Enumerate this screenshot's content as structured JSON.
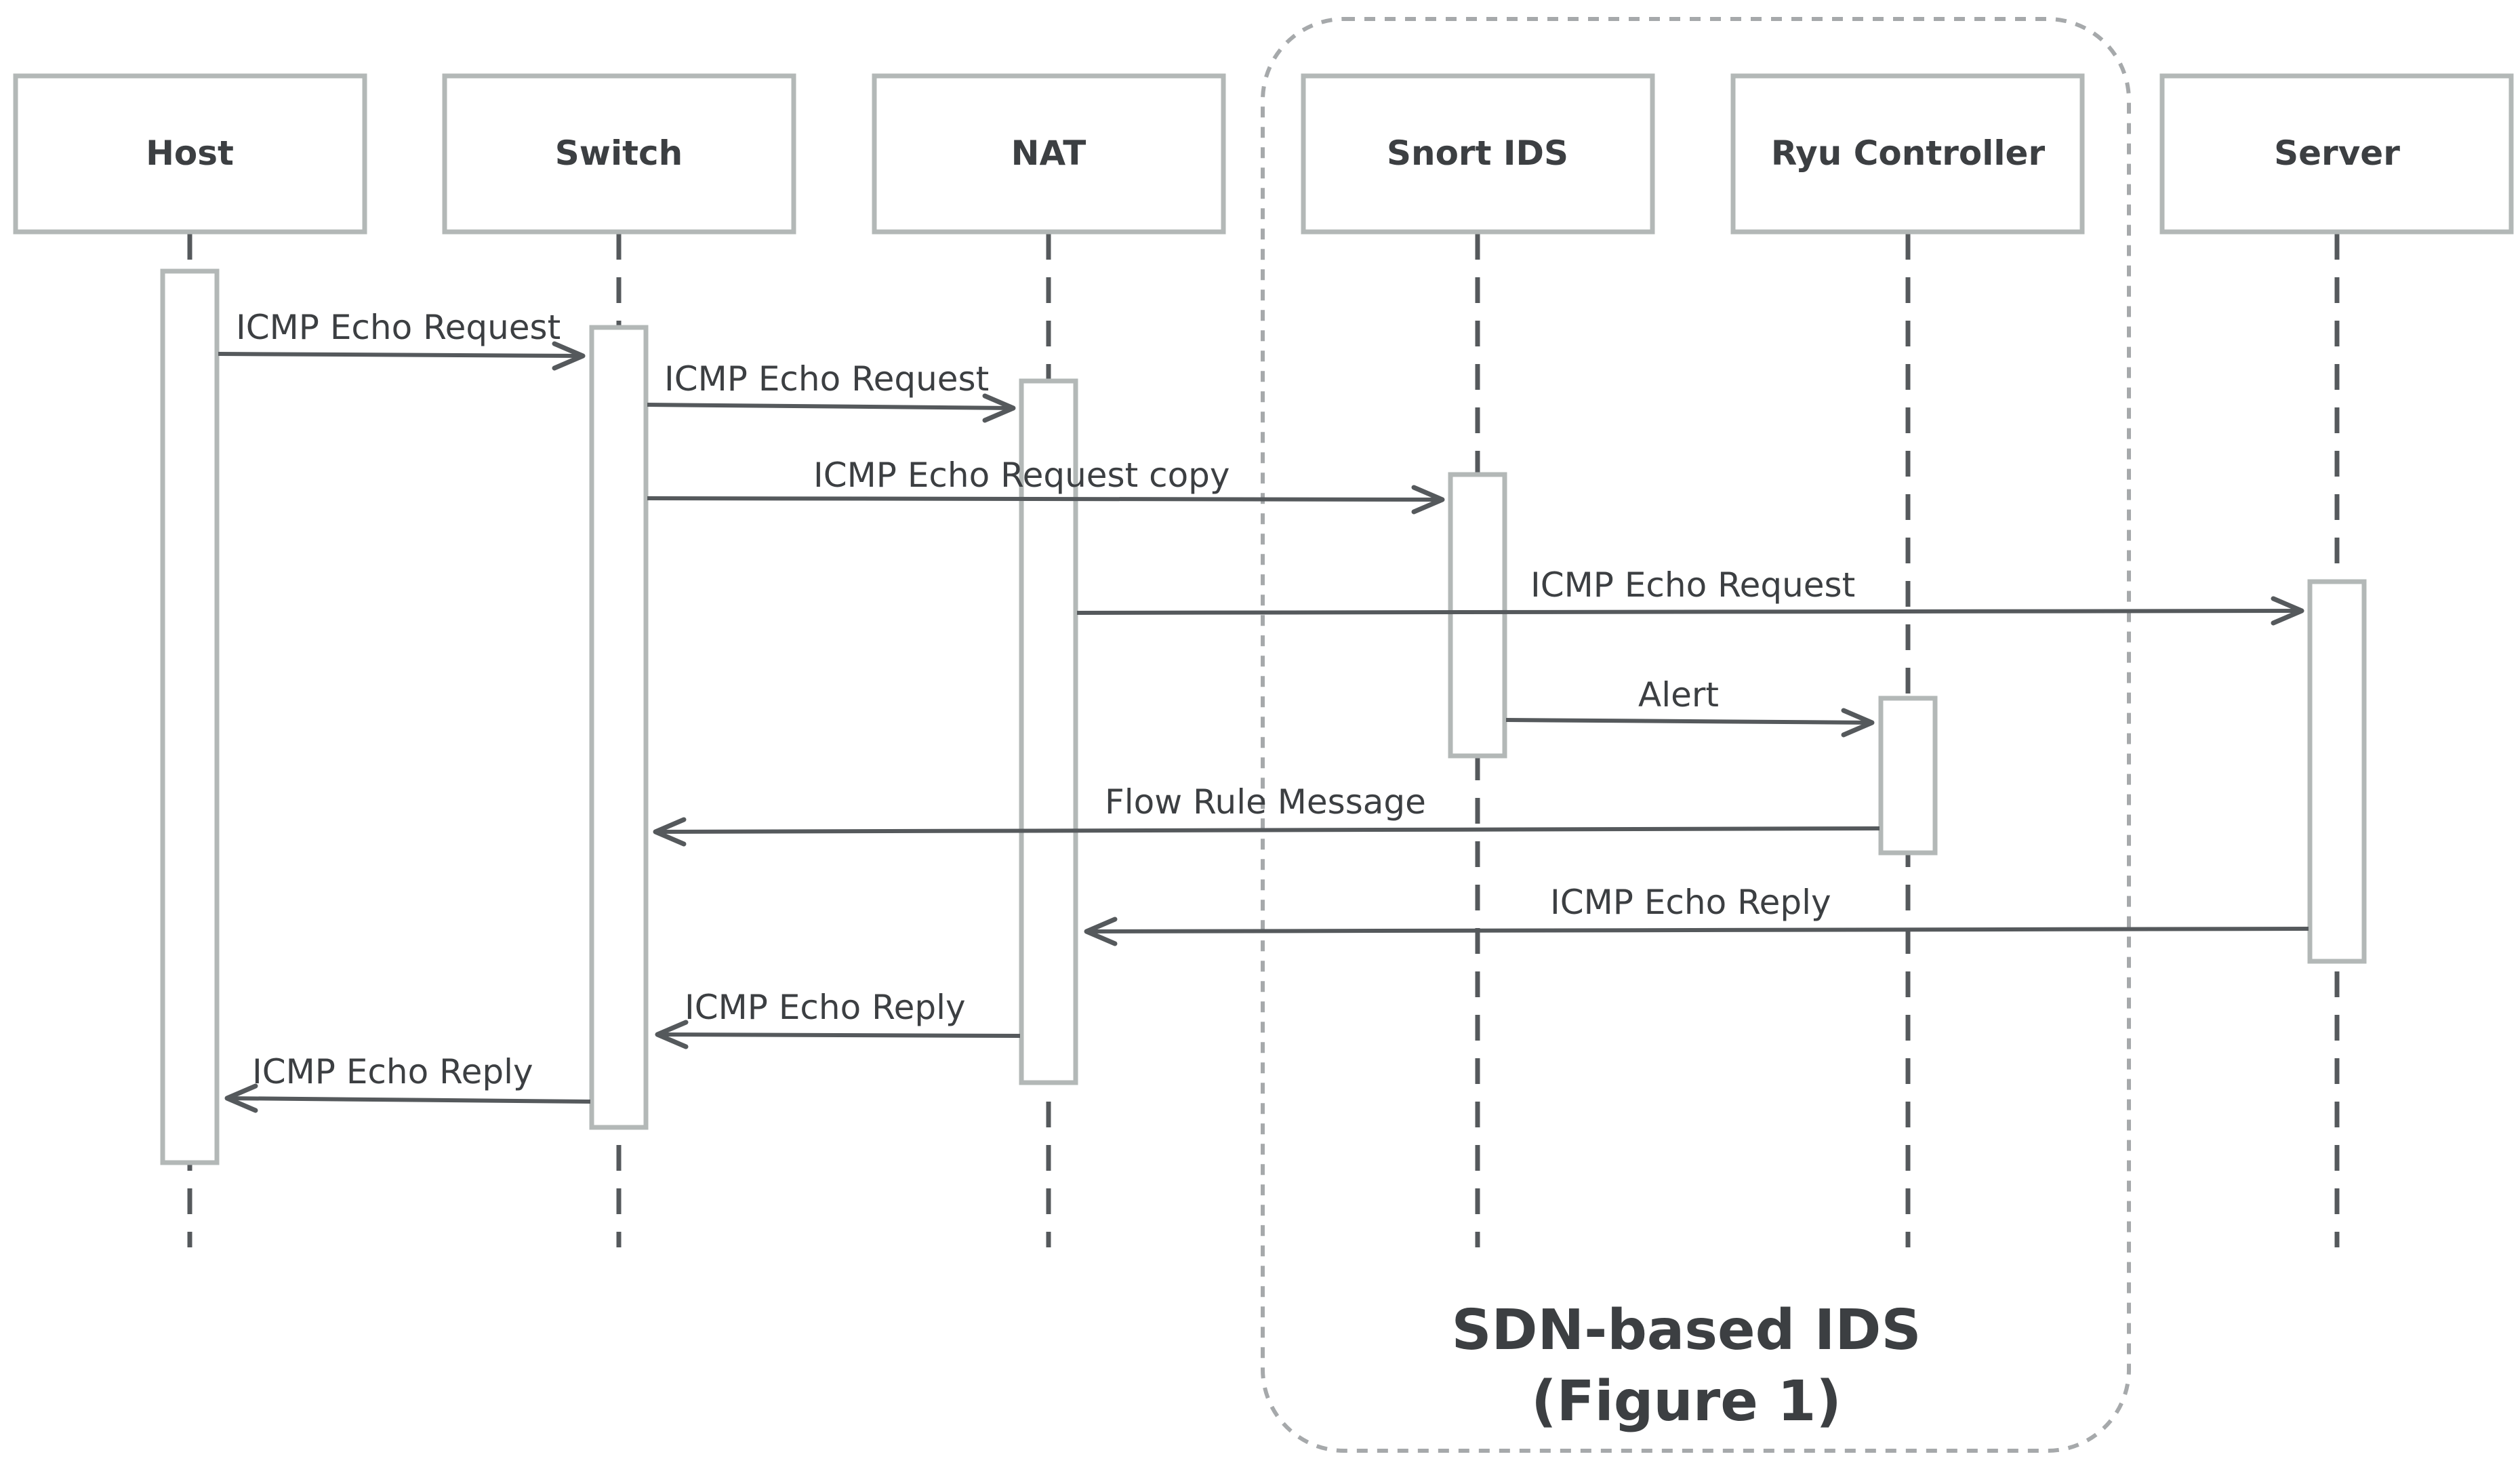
{
  "actors": [
    {
      "id": "host",
      "label": "Host"
    },
    {
      "id": "switch",
      "label": "Switch"
    },
    {
      "id": "nat",
      "label": "NAT"
    },
    {
      "id": "snort",
      "label": "Snort IDS"
    },
    {
      "id": "ryu",
      "label": "Ryu Controller"
    },
    {
      "id": "server",
      "label": "Server"
    }
  ],
  "messages": [
    {
      "id": "m1",
      "from": "host",
      "to": "switch",
      "label": "ICMP Echo Request"
    },
    {
      "id": "m2",
      "from": "switch",
      "to": "nat",
      "label": "ICMP Echo Request"
    },
    {
      "id": "m3",
      "from": "switch",
      "to": "snort",
      "label": "ICMP Echo Request copy"
    },
    {
      "id": "m4",
      "from": "nat",
      "to": "server",
      "label": "ICMP Echo Request"
    },
    {
      "id": "m5",
      "from": "snort",
      "to": "ryu",
      "label": "Alert"
    },
    {
      "id": "m6",
      "from": "ryu",
      "to": "switch",
      "label": "Flow Rule Message"
    },
    {
      "id": "m7",
      "from": "server",
      "to": "nat",
      "label": "ICMP Echo Reply"
    },
    {
      "id": "m8",
      "from": "nat",
      "to": "switch",
      "label": "ICMP Echo Reply"
    },
    {
      "id": "m9",
      "from": "switch",
      "to": "host",
      "label": "ICMP Echo Reply"
    }
  ],
  "group": {
    "title": "SDN-based IDS",
    "subtitle": "(Figure 1)",
    "members": [
      "snort",
      "ryu"
    ]
  }
}
